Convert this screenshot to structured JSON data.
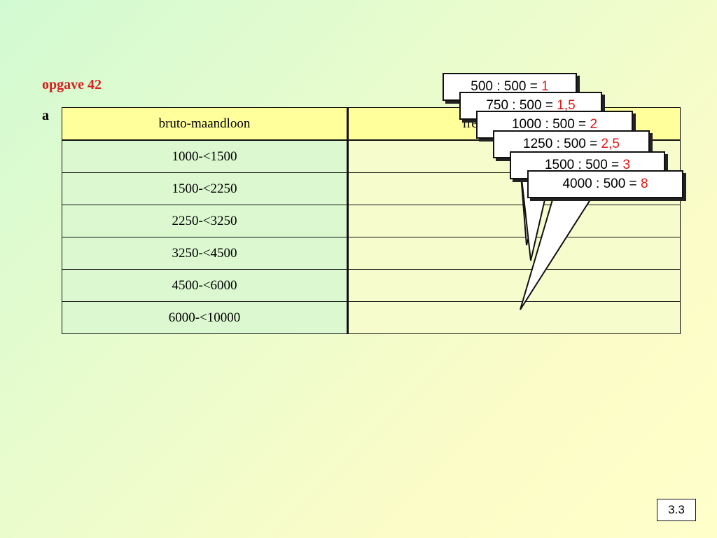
{
  "title": "opgave 42",
  "sublabel": "a",
  "table": {
    "headers": [
      "bruto-maandloon",
      "frequentiedichtheid"
    ],
    "rows": [
      "1000-<1500",
      "1500-<2250",
      "2250-<3250",
      "3250-<4500",
      "4500-<6000",
      "6000-<10000"
    ]
  },
  "callouts": [
    {
      "expr": "500 : 500 = ",
      "result": "1"
    },
    {
      "expr": "750 : 500 = ",
      "result": "1,5"
    },
    {
      "expr": "1000 : 500 = ",
      "result": "2"
    },
    {
      "expr": "1250 : 500 = ",
      "result": "2,5"
    },
    {
      "expr": "1500 : 500 = ",
      "result": "3"
    },
    {
      "expr": "4000 : 500 = ",
      "result": "8"
    }
  ],
  "page_number": "3.3",
  "colors": {
    "title": "#d42020",
    "result": "#e01818",
    "header_fill": "#ffff9c"
  }
}
